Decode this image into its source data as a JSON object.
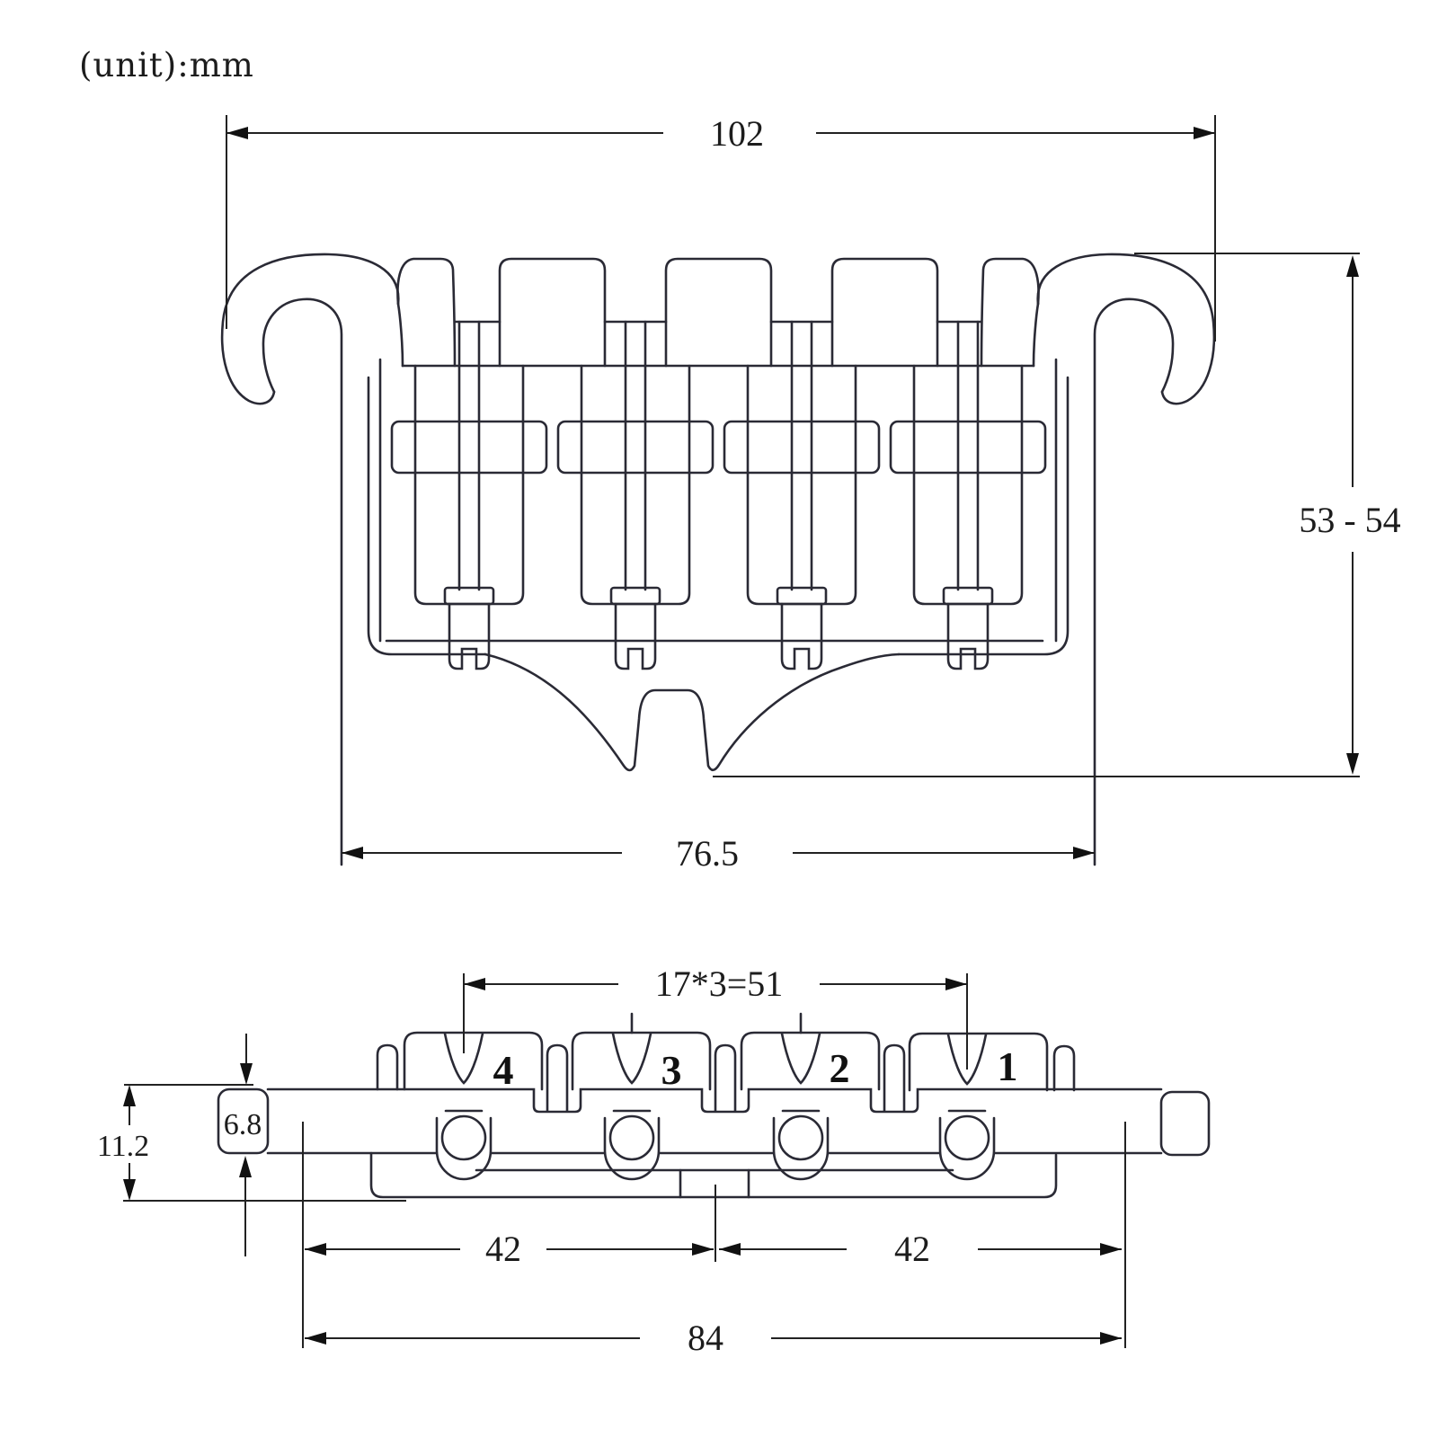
{
  "unit_label": "(unit):mm",
  "top_view": {
    "dim_overall_width": "102",
    "dim_overall_height": "53 - 54",
    "dim_base_width": "76.5"
  },
  "bottom_view": {
    "dim_string_spacing": "17*3=51",
    "saddle_numbers": [
      "4",
      "3",
      "2",
      "1"
    ],
    "dim_bar_height": "6.8",
    "dim_total_height": "11.2",
    "dim_left_stud": "42",
    "dim_right_stud": "42",
    "dim_stud_spacing": "84"
  },
  "colors": {
    "line": "#2a2a35",
    "dimension_line": "#222222",
    "text": "#1c1c1c",
    "background": "#ffffff"
  }
}
